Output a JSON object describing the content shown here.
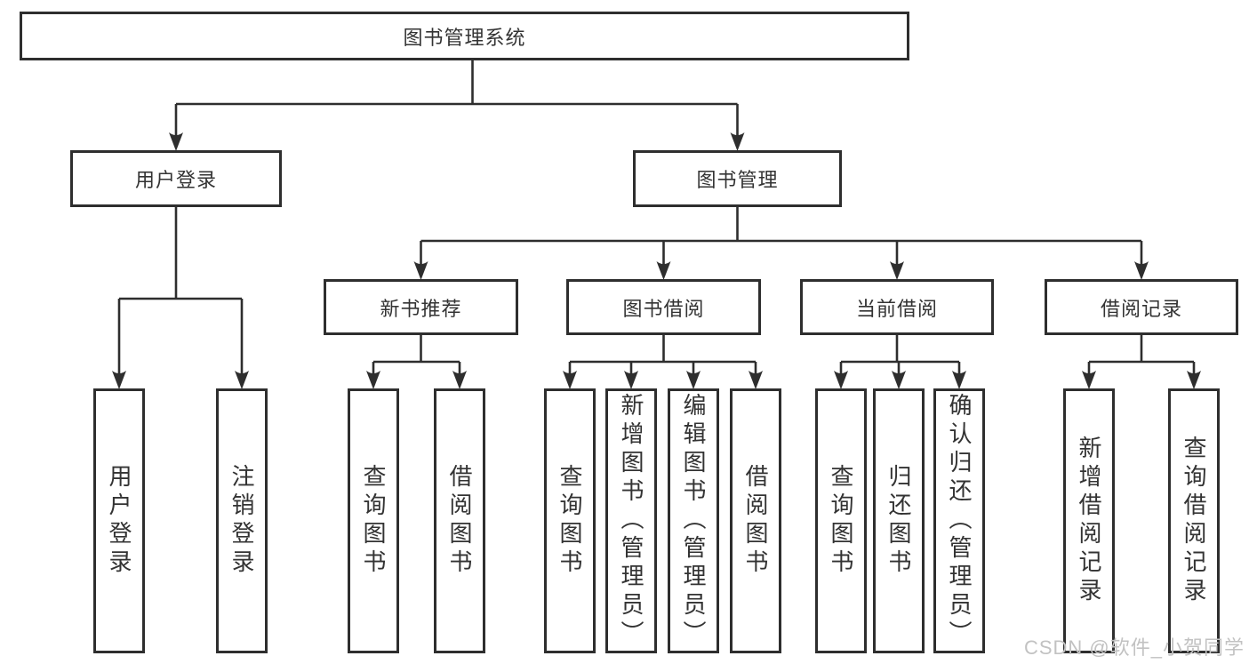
{
  "diagram": {
    "root_label": "图书管理系统",
    "level2": {
      "user_login": "用户登录",
      "book_mgmt": "图书管理"
    },
    "level3": {
      "new_books": "新书推荐",
      "book_borrow": "图书借阅",
      "current_borrow": "当前借阅",
      "borrow_records": "借阅记录"
    },
    "leaves": {
      "user_login": "用户登录",
      "logout": "注销登录",
      "nb_query": "查询图书",
      "nb_borrow": "借阅图书",
      "bb_query": "查询图书",
      "bb_add": "新增图书（管理员）",
      "bb_edit": "编辑图书（管理员）",
      "bb_borrow": "借阅图书",
      "cb_query": "查询图书",
      "cb_return": "归还图书",
      "cb_confirm": "确认归还（管理员）",
      "br_add": "新增借阅记录",
      "br_query": "查询借阅记录"
    },
    "watermark": "CSDN @软件_小贺同学",
    "colors": {
      "line": "#2e2e2e",
      "box_border": "#2e2e2e",
      "box_background": "#ffffff",
      "text": "#333333",
      "watermark": "#c2c2c2",
      "page_background": "#ffffff"
    }
  }
}
